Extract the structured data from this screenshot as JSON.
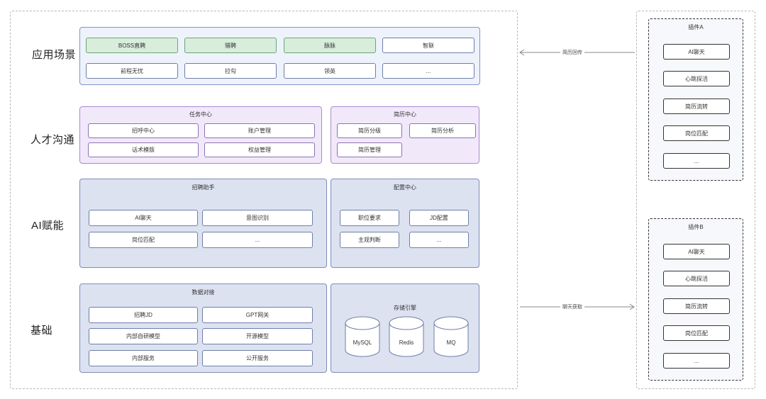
{
  "rows": {
    "scene": "应用场景",
    "talent": "人才沟通",
    "ai": "AI赋能",
    "base": "基础"
  },
  "scene": {
    "top": [
      "BOSS直聘",
      "猎聘",
      "脉脉",
      "智联"
    ],
    "bottom": [
      "前程无忧",
      "拉勾",
      "领英",
      "..."
    ]
  },
  "task_center": {
    "title": "任务中心",
    "items": [
      "招呼中心",
      "账户管理",
      "话术模版",
      "权益管理"
    ]
  },
  "resume_center": {
    "title": "简历中心",
    "items": [
      "简历分级",
      "简历分析",
      "简历管理"
    ]
  },
  "recruit_assistant": {
    "title": "招聘助手",
    "items": [
      "AI聊天",
      "意图识别",
      "岗位匹配",
      "..."
    ]
  },
  "config_center": {
    "title": "配置中心",
    "items": [
      "职位要求",
      "JD配置",
      "主观判断",
      "..."
    ]
  },
  "data_dock": {
    "title": "数据对接",
    "items": [
      "招聘JD",
      "GPT网关",
      "内部自研模型",
      "开源模型",
      "内部服务",
      "公开服务"
    ]
  },
  "storage": {
    "title": "存储引擎",
    "items": [
      "MySQL",
      "Redis",
      "MQ"
    ]
  },
  "plugin_a": {
    "title": "插件A",
    "items": [
      "AI聊天",
      "心跳探活",
      "简历流转",
      "岗位匹配",
      "..."
    ]
  },
  "plugin_b": {
    "title": "插件B",
    "items": [
      "AI聊天",
      "心跳探活",
      "简历流转",
      "岗位匹配",
      "..."
    ]
  },
  "arrows": {
    "resume_back": "简历回传",
    "chat_fetch": "聊天获取"
  },
  "colors": {
    "green_fill": "#d8eddc",
    "blue_panel": "#eef2fb",
    "purple_panel": "#f1e9fa",
    "slate_panel": "#dde2f1"
  }
}
